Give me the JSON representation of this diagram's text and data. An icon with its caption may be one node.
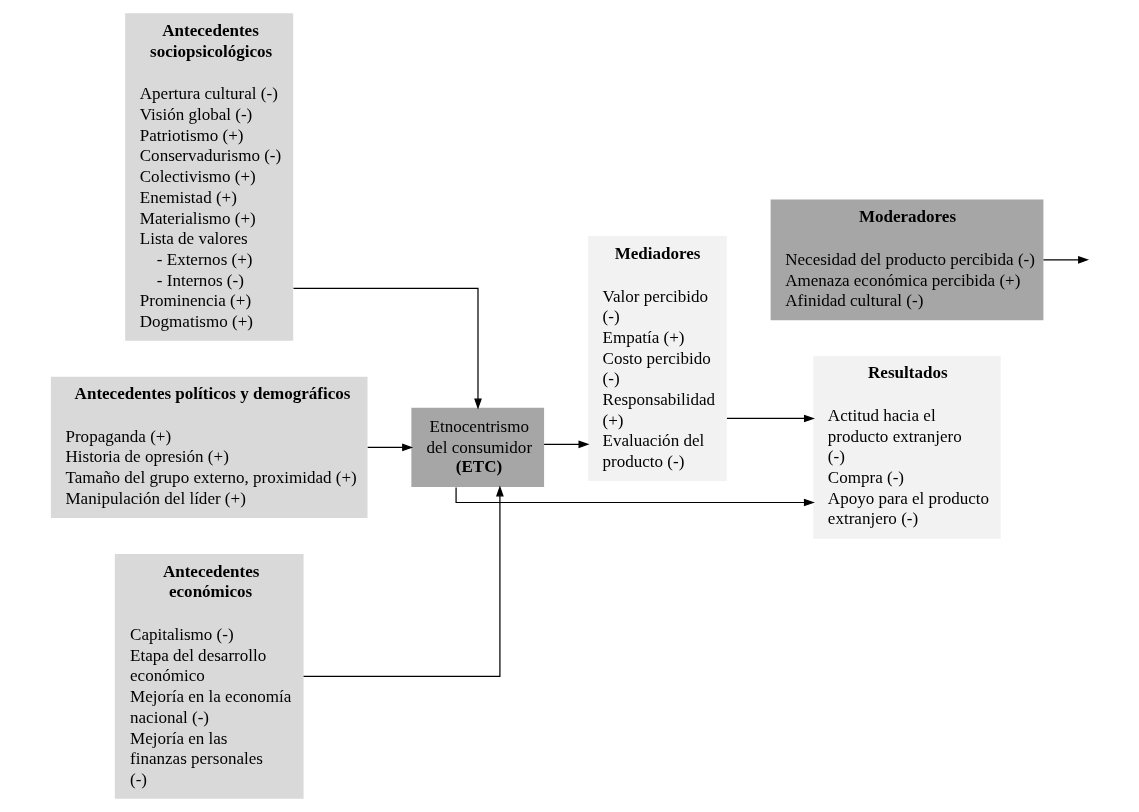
{
  "diagram": {
    "nodes": [
      {
        "text": [
          "Antecedentes sociopsicológicos",
          "Apertura cultural (-)",
          "Visión global (-)",
          "Patriotismo (+)",
          "Conservadurismo (-)",
          "Colectivismo (+)",
          "Enemistad (+)",
          "Materialismo (+)",
          "Lista de valores",
          "- Externos (+)",
          "- Internos (-)",
          "Prominencia (+)",
          "Dogmatismo (+)"
        ]
      },
      {
        "text": [
          "Antecedentes políticos y demográficos",
          "Propaganda (+)",
          "Historia de opresión (+)",
          "Tamaño del grupo externo, proximidad (+)",
          "Manipulación del líder (+)"
        ]
      },
      {
        "text": [
          "Etnocentrismo del consumidor",
          "(ETC)"
        ]
      },
      {
        "text": [
          "Mediadores",
          "Valor percibido (-)",
          "Empatía (+)",
          "Costo percibido (-)",
          "Responsabilidad (+)",
          "Evaluación del producto (-)"
        ]
      },
      {
        "text": [
          "Resultados",
          "Actitud hacia el producto extranjero (-)",
          "Compra (-)",
          "Apoyo para el producto extranjero (-)"
        ]
      },
      {
        "text": [
          "Antecedentes económicos",
          "Capitalismo (-)",
          "Etapa del desarrollo económico",
          "Mejoría en la economía nacional (-)",
          "Mejoría en las finanzas personales (-)"
        ]
      },
      {
        "text": [
          "Moderadores",
          "Necesidad del producto percibida (-)",
          "Amenaza económica percibida (+)",
          "Afinidad cultural (-)"
        ]
      }
    ],
    "edges": [
      {
        "from": 0,
        "to": 2,
        "arrow": "to"
      },
      {
        "from": 1,
        "to": 2,
        "arrow": "to"
      },
      {
        "from": 5,
        "to": 2,
        "arrow": "to"
      },
      {
        "from": 2,
        "to": 3,
        "arrow": "to"
      },
      {
        "from": 3,
        "to": 4,
        "arrow": "to"
      },
      {
        "from": 2,
        "to": 4,
        "arrow": "to"
      },
      {
        "from": 6,
        "to": null,
        "arrow": "to"
      }
    ]
  }
}
